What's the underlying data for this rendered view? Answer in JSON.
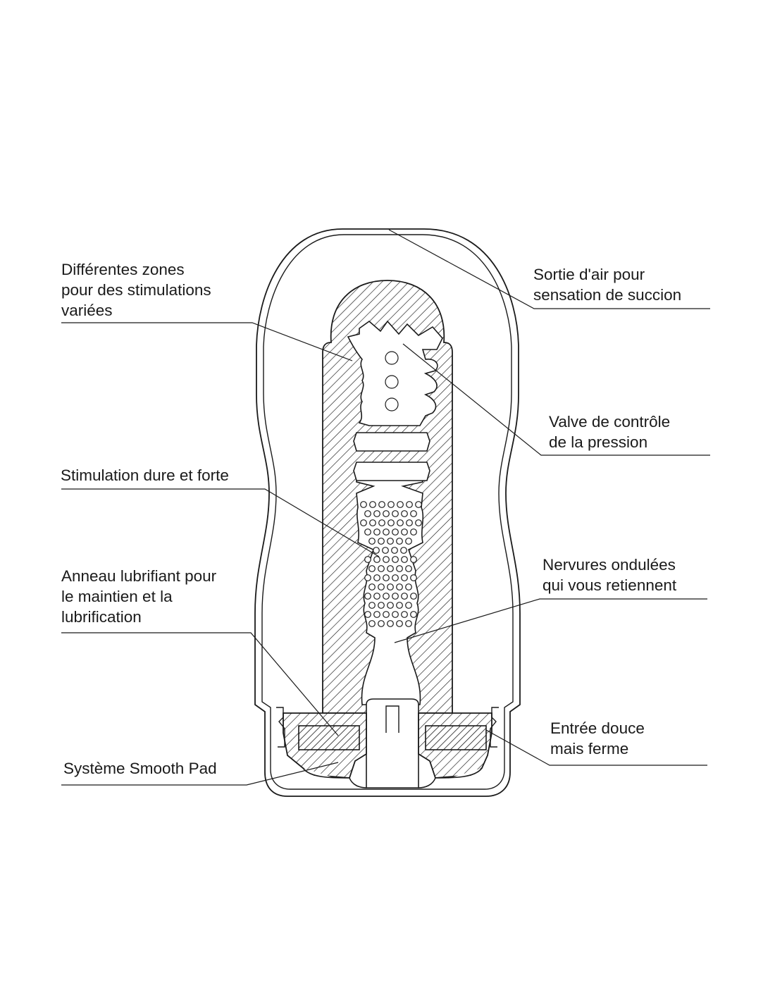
{
  "labels": {
    "zones": [
      "Différentes zones",
      "pour des stimulations",
      "variées"
    ],
    "air": [
      "Sortie d'air pour",
      "sensation de succion"
    ],
    "valve": [
      "Valve de contrôle",
      "de la pression"
    ],
    "hard": [
      "Stimulation dure et forte"
    ],
    "ribs": [
      "Nervures ondulées",
      "qui vous retiennent"
    ],
    "ring": [
      "Anneau lubrifiant pour",
      "le maintien et la",
      "lubrification"
    ],
    "entry": [
      "Entrée douce",
      "mais ferme"
    ],
    "pad": [
      "Système Smooth Pad"
    ]
  },
  "colors": {
    "ink": "#1a1a1a",
    "background": "#ffffff"
  }
}
